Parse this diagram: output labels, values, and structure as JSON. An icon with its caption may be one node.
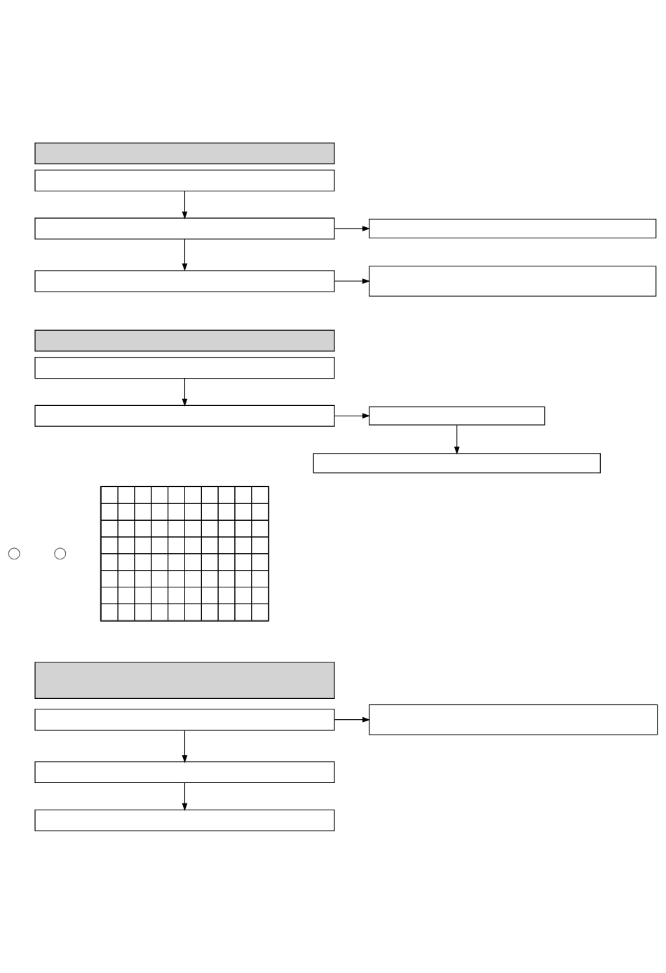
{
  "diagram": {
    "nodes": [
      {
        "text": [],
        "shape": "box"
      },
      {
        "text": [],
        "shape": "box"
      },
      {
        "text": [],
        "shape": "box"
      },
      {
        "text": [],
        "shape": "box"
      },
      {
        "text": [],
        "shape": "box"
      },
      {
        "text": [],
        "shape": "box"
      },
      {
        "text": [],
        "shape": "box"
      },
      {
        "text": [],
        "shape": "box"
      },
      {
        "text": [],
        "shape": "box"
      },
      {
        "text": [],
        "shape": "box"
      },
      {
        "text": [],
        "shape": "box"
      },
      {
        "text": [],
        "shape": "picture"
      },
      {
        "text": [],
        "shape": "circle"
      },
      {
        "text": [],
        "shape": "circle"
      },
      {
        "text": [],
        "shape": "box"
      },
      {
        "text": [],
        "shape": "box"
      },
      {
        "text": [],
        "shape": "box"
      },
      {
        "text": [],
        "shape": "box"
      },
      {
        "text": [],
        "shape": "box"
      }
    ],
    "edges": [
      {
        "from": 1,
        "to": 2,
        "arrow": "to"
      },
      {
        "from": 2,
        "to": 3,
        "arrow": "to"
      },
      {
        "from": 2,
        "to": 4,
        "arrow": "to"
      },
      {
        "from": 4,
        "to": 5,
        "arrow": "to"
      },
      {
        "from": 7,
        "to": 8,
        "arrow": "to"
      },
      {
        "from": 8,
        "to": 9,
        "arrow": "to"
      },
      {
        "from": 9,
        "to": 10,
        "arrow": "to"
      },
      {
        "from": 15,
        "to": 16,
        "arrow": "to"
      },
      {
        "from": 15,
        "to": 17,
        "arrow": "to"
      },
      {
        "from": 17,
        "to": 18,
        "arrow": "to"
      }
    ]
  }
}
